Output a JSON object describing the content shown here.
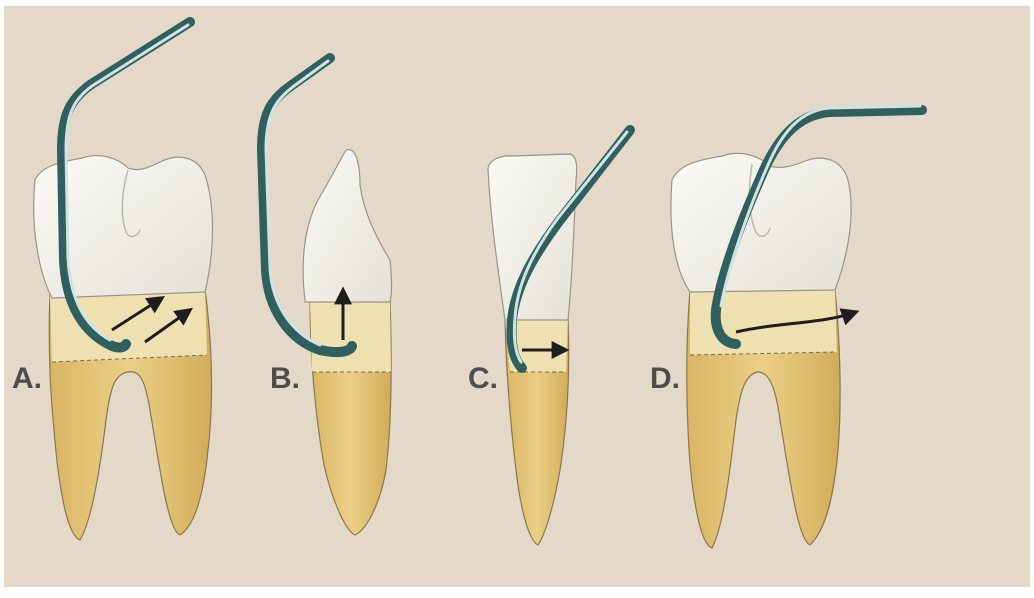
{
  "colors": {
    "background": "#e4d9c8",
    "frame": "#ffffff",
    "enamel": "#f7f5ef",
    "enamel_shade": "#d6d3ca",
    "root": "#e6c676",
    "root_shade": "#c9a451",
    "cervical_band": "#efe0b2",
    "outline": "#8a7650",
    "instrument_dark": "#2f5f5e",
    "instrument_light": "#cfe4e2",
    "arrow": "#1e1e1e",
    "label": "#4d4d4d"
  },
  "panels": [
    {
      "id": "a",
      "label": "A.",
      "tooth": "molar",
      "instrument": "curette-mesial",
      "motion": "oblique-strokes"
    },
    {
      "id": "b",
      "label": "B.",
      "tooth": "premolar",
      "instrument": "curette-proximal",
      "motion": "vertical-stroke"
    },
    {
      "id": "c",
      "label": "C.",
      "tooth": "incisor",
      "instrument": "curette-facial",
      "motion": "horizontal-stroke"
    },
    {
      "id": "d",
      "label": "D.",
      "tooth": "molar",
      "instrument": "curette-distal",
      "motion": "horizontal-curved-stroke"
    }
  ]
}
